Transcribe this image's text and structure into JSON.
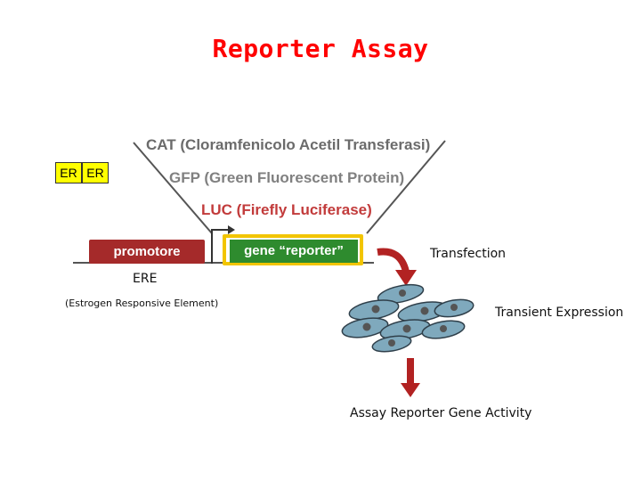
{
  "title": "Reporter Assay",
  "reporters": {
    "cat": "CAT (Cloramfenicolo Acetil Transferasi)",
    "gfp": "GFP (Green Fluorescent Protein)",
    "luc": "LUC (Firefly Luciferase)"
  },
  "er_boxes": [
    "ER",
    "ER"
  ],
  "construct": {
    "promoter_label": "promotore",
    "reporter_label": "gene “reporter”"
  },
  "ere": {
    "label": "ERE",
    "description": "(Estrogen Responsive Element)"
  },
  "steps": {
    "transfection": "Transfection",
    "transient": "Transient Expression",
    "assay": "Assay Reporter Gene Activity"
  },
  "colors": {
    "title": "#ff0000",
    "promoter": "#a52a2a",
    "reporter": "#2e8b2e",
    "highlight": "#f2c500",
    "arrow": "#b22222",
    "er_box": "#ffff00",
    "cell": "#7fa9bd"
  }
}
